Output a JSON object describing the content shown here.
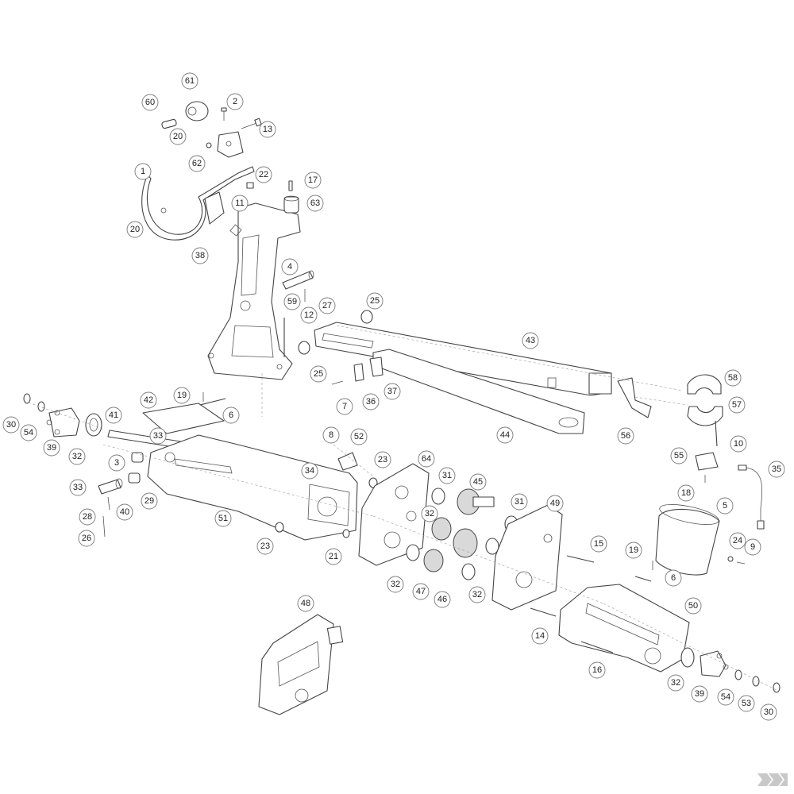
{
  "diagram": {
    "callouts": [
      {
        "id": "c61",
        "label": "61"
      },
      {
        "id": "c60",
        "label": "60"
      },
      {
        "id": "c2",
        "label": "2"
      },
      {
        "id": "c13",
        "label": "13"
      },
      {
        "id": "c20a",
        "label": "20"
      },
      {
        "id": "c1",
        "label": "1"
      },
      {
        "id": "c62",
        "label": "62"
      },
      {
        "id": "c22",
        "label": "22"
      },
      {
        "id": "c17",
        "label": "17"
      },
      {
        "id": "c11",
        "label": "11"
      },
      {
        "id": "c63",
        "label": "63"
      },
      {
        "id": "c20b",
        "label": "20"
      },
      {
        "id": "c38",
        "label": "38"
      },
      {
        "id": "c4",
        "label": "4"
      },
      {
        "id": "c59",
        "label": "59"
      },
      {
        "id": "c27",
        "label": "27"
      },
      {
        "id": "c25a",
        "label": "25"
      },
      {
        "id": "c12",
        "label": "12"
      },
      {
        "id": "c43",
        "label": "43"
      },
      {
        "id": "c25b",
        "label": "25"
      },
      {
        "id": "c7",
        "label": "7"
      },
      {
        "id": "c36",
        "label": "36"
      },
      {
        "id": "c37",
        "label": "37"
      },
      {
        "id": "c58",
        "label": "58"
      },
      {
        "id": "c57",
        "label": "57"
      },
      {
        "id": "c44",
        "label": "44"
      },
      {
        "id": "c56",
        "label": "56"
      },
      {
        "id": "c10",
        "label": "10"
      },
      {
        "id": "c42",
        "label": "42"
      },
      {
        "id": "c19a",
        "label": "19"
      },
      {
        "id": "c6a",
        "label": "6"
      },
      {
        "id": "c30a",
        "label": "30"
      },
      {
        "id": "c54a",
        "label": "54"
      },
      {
        "id": "c41",
        "label": "41"
      },
      {
        "id": "c39a",
        "label": "39"
      },
      {
        "id": "c32a",
        "label": "32"
      },
      {
        "id": "c33a",
        "label": "33"
      },
      {
        "id": "c3",
        "label": "3"
      },
      {
        "id": "c8",
        "label": "8"
      },
      {
        "id": "c52",
        "label": "52"
      },
      {
        "id": "c23a",
        "label": "23"
      },
      {
        "id": "c64",
        "label": "64"
      },
      {
        "id": "c55",
        "label": "55"
      },
      {
        "id": "c35",
        "label": "35"
      },
      {
        "id": "c34",
        "label": "34"
      },
      {
        "id": "c31a",
        "label": "31"
      },
      {
        "id": "c45",
        "label": "45"
      },
      {
        "id": "c18",
        "label": "18"
      },
      {
        "id": "c33b",
        "label": "33"
      },
      {
        "id": "c29",
        "label": "29"
      },
      {
        "id": "c31b",
        "label": "31"
      },
      {
        "id": "c49",
        "label": "49"
      },
      {
        "id": "c28",
        "label": "28"
      },
      {
        "id": "c40",
        "label": "40"
      },
      {
        "id": "c5",
        "label": "5"
      },
      {
        "id": "c51",
        "label": "51"
      },
      {
        "id": "c32b",
        "label": "32"
      },
      {
        "id": "c26",
        "label": "26"
      },
      {
        "id": "c23b",
        "label": "23"
      },
      {
        "id": "c15",
        "label": "15"
      },
      {
        "id": "c24",
        "label": "24"
      },
      {
        "id": "c9",
        "label": "9"
      },
      {
        "id": "c21",
        "label": "21"
      },
      {
        "id": "c19b",
        "label": "19"
      },
      {
        "id": "c6b",
        "label": "6"
      },
      {
        "id": "c32c",
        "label": "32"
      },
      {
        "id": "c47",
        "label": "47"
      },
      {
        "id": "c46",
        "label": "46"
      },
      {
        "id": "c32d",
        "label": "32"
      },
      {
        "id": "c48",
        "label": "48"
      },
      {
        "id": "c50",
        "label": "50"
      },
      {
        "id": "c14",
        "label": "14"
      },
      {
        "id": "c16",
        "label": "16"
      },
      {
        "id": "c32e",
        "label": "32"
      },
      {
        "id": "c39b",
        "label": "39"
      },
      {
        "id": "c54b",
        "label": "54"
      },
      {
        "id": "c53",
        "label": "53"
      },
      {
        "id": "c30b",
        "label": "30"
      }
    ]
  },
  "logo": {
    "name": "brand-logo"
  }
}
